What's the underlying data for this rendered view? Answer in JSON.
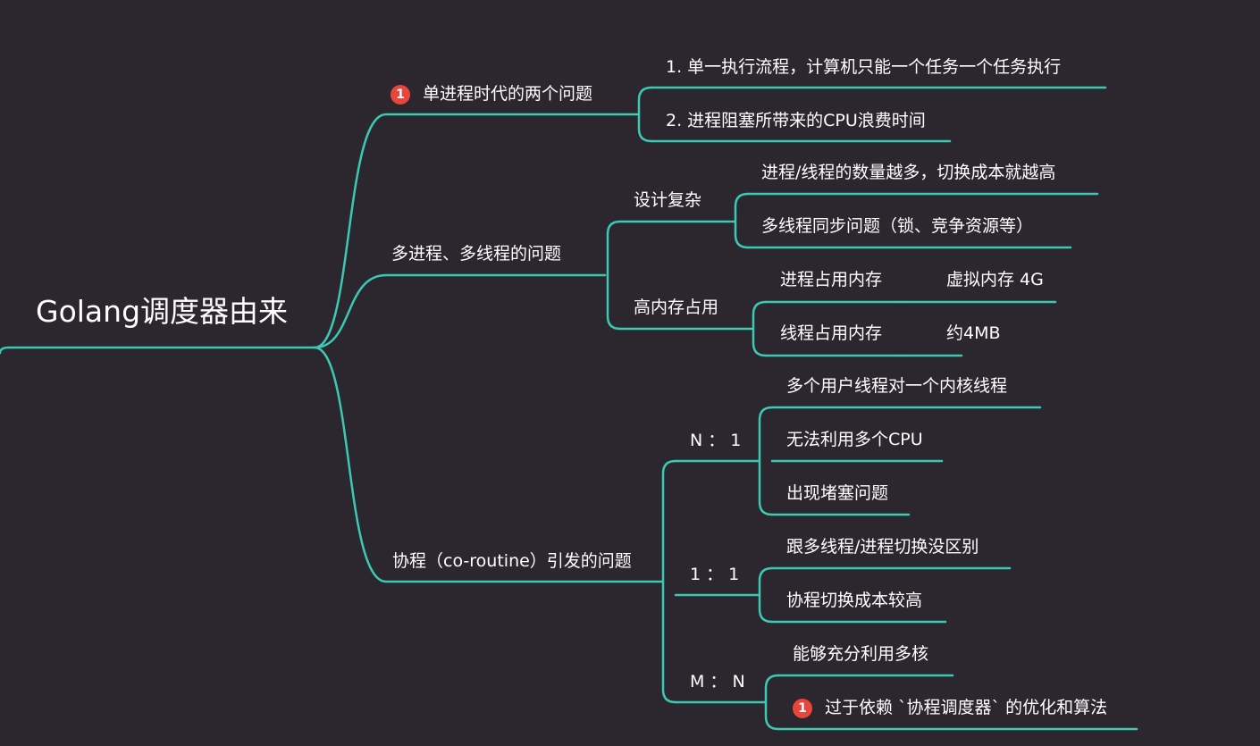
{
  "colors": {
    "background": "#2c272f",
    "line": "#3cc9b4",
    "text": "#ffffff",
    "badge": "#e8453c"
  },
  "root": {
    "label": "Golang调度器由来"
  },
  "branch1": {
    "label": "单进程时代的两个问题",
    "marker": "1",
    "item1": "1. 单一执行流程，计算机只能一个任务一个任务执行",
    "item2": "2. 进程阻塞所带来的CPU浪费时间"
  },
  "branch2": {
    "label": "多进程、多线程的问题",
    "design": {
      "label": "设计复杂",
      "item1": "进程/线程的数量越多，切换成本就越高",
      "item2": "多线程同步问题（锁、竞争资源等）"
    },
    "memory": {
      "label": "高内存占用",
      "process": {
        "label": "进程占用内存",
        "value": "虚拟内存 4G"
      },
      "thread": {
        "label": "线程占用内存",
        "value": "约4MB"
      }
    }
  },
  "branch3": {
    "label": "协程（co-routine）引发的问题",
    "n1": {
      "label": "N ： 1",
      "item1": "多个用户线程对一个内核线程",
      "item2": "无法利用多个CPU",
      "item3": "出现堵塞问题"
    },
    "one": {
      "label": "1 ： 1",
      "item1": "跟多线程/进程切换没区别",
      "item2": "协程切换成本较高"
    },
    "mn": {
      "label": "M ： N",
      "item1": "能够充分利用多核",
      "item2": "过于依赖 `协程调度器` 的优化和算法",
      "item2_marker": "1"
    }
  }
}
